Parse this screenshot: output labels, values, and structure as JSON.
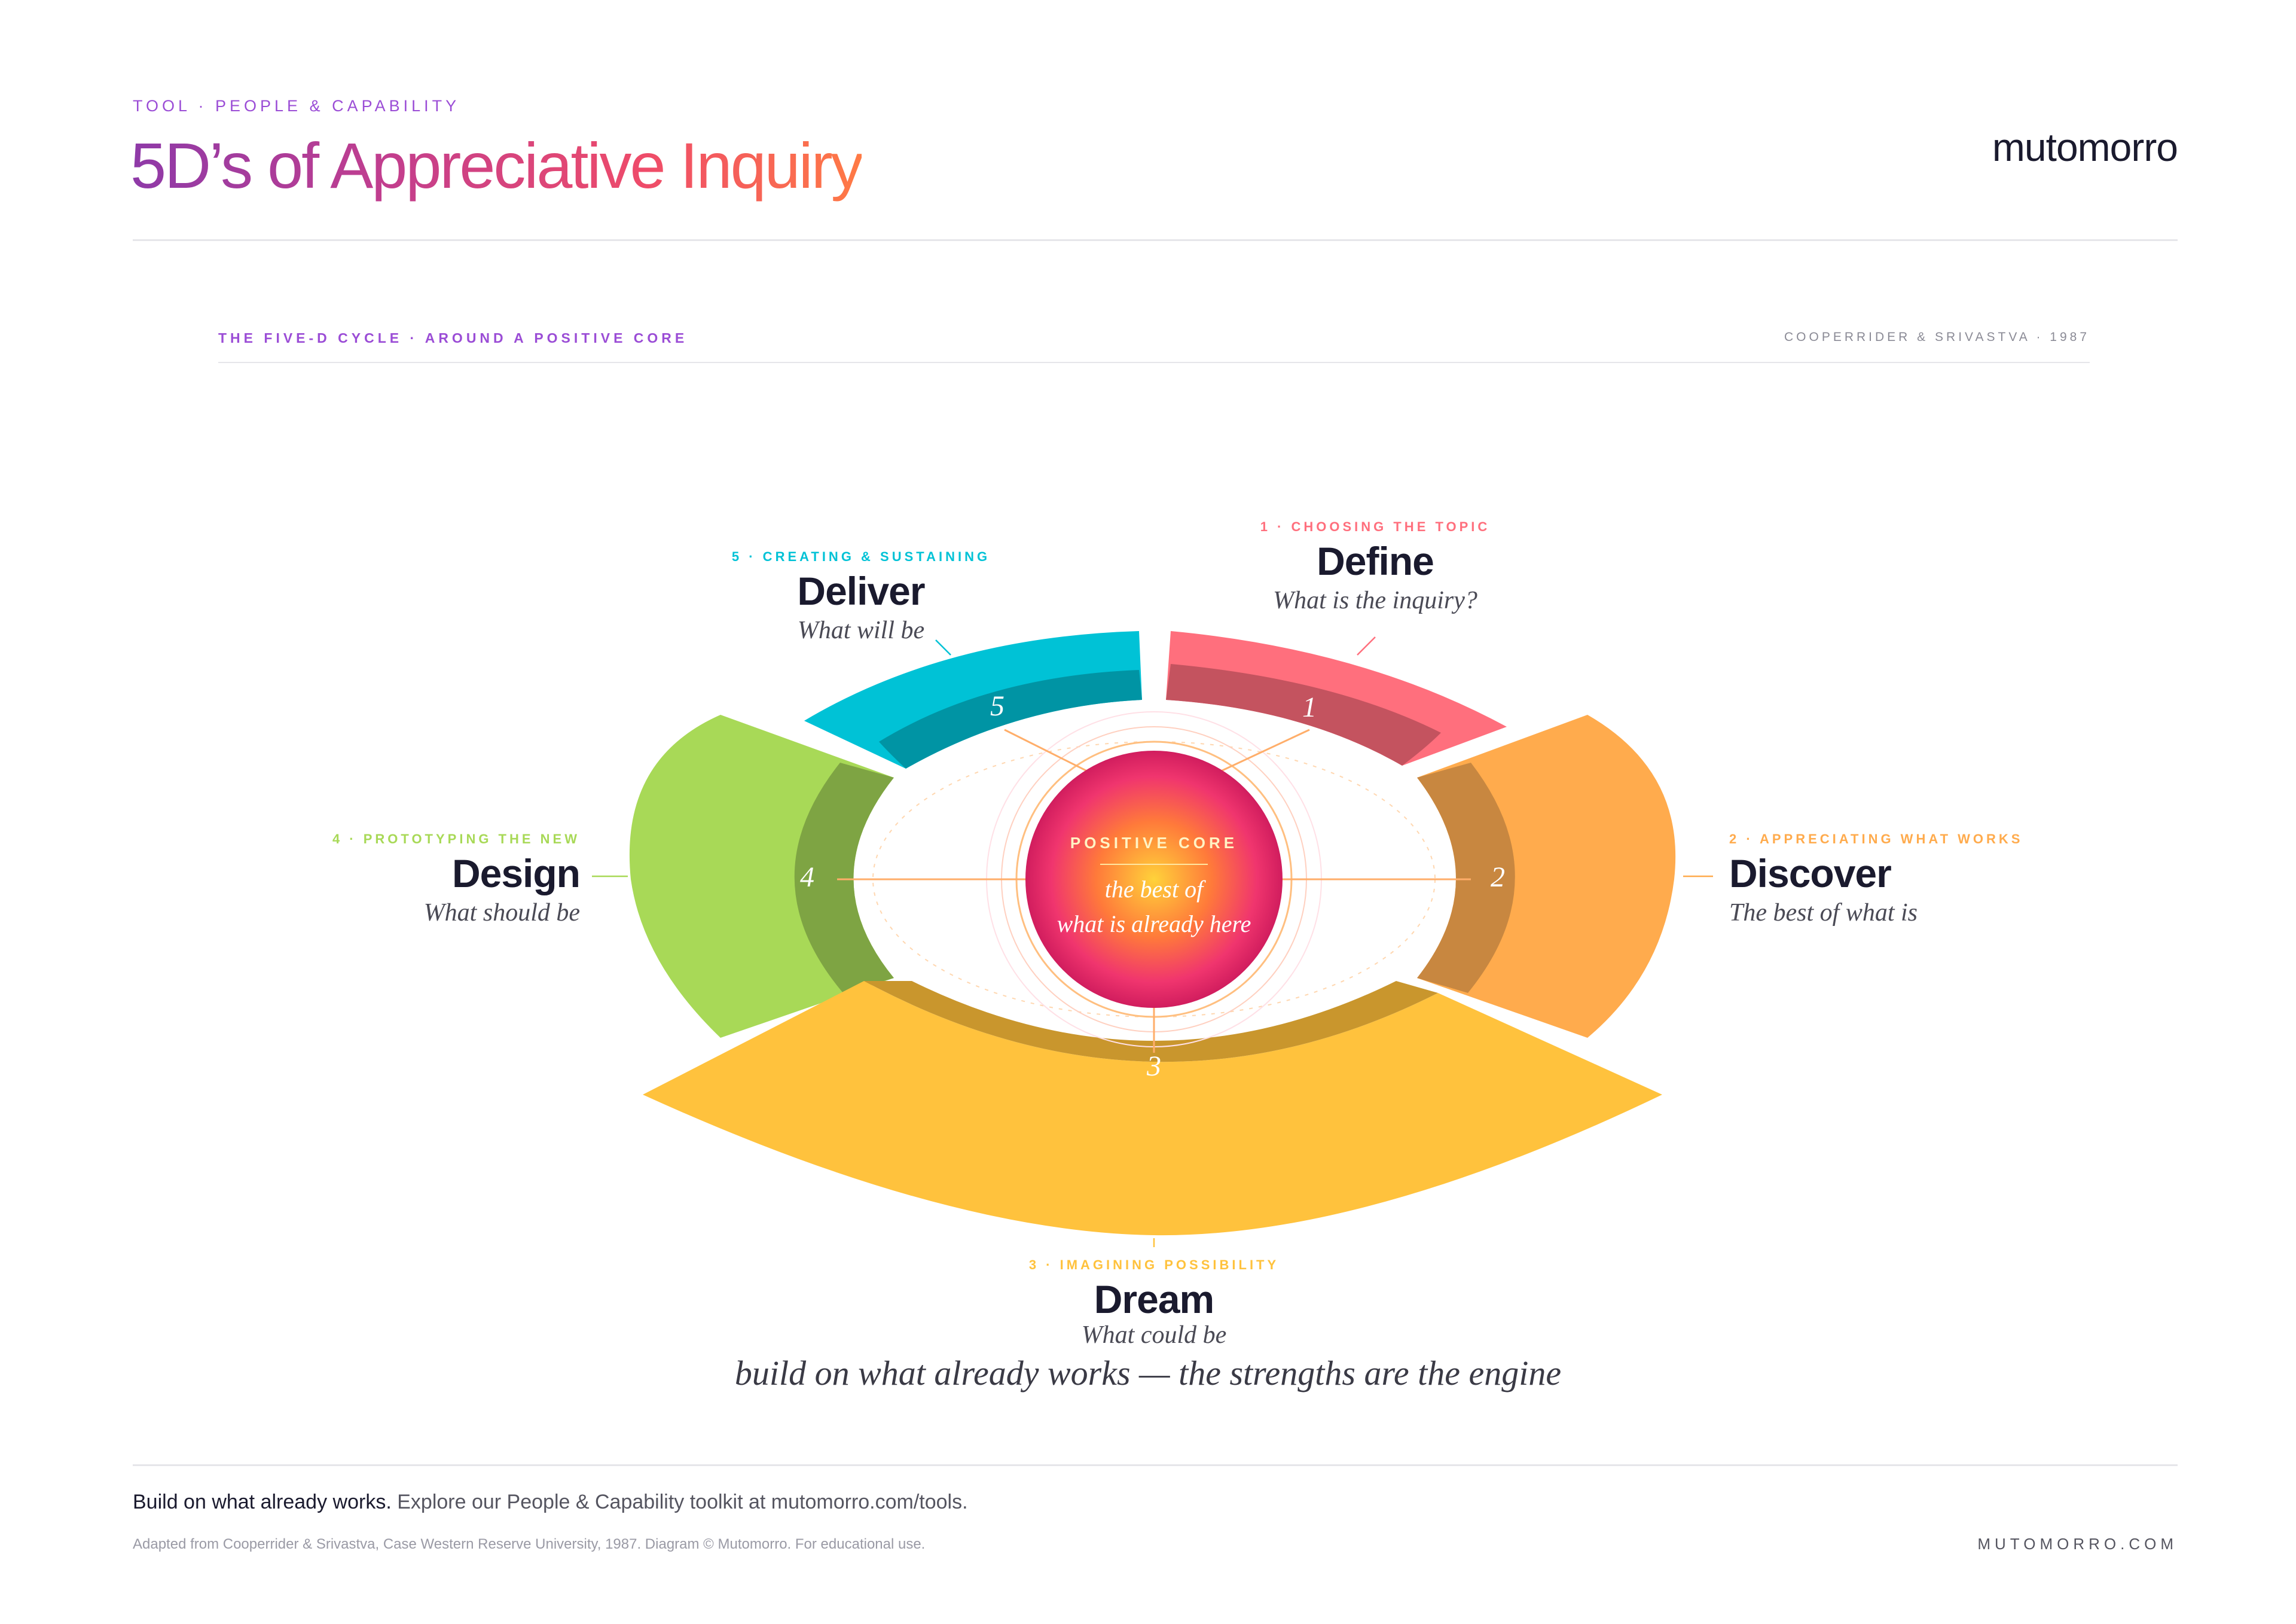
{
  "header": {
    "kicker": "TOOL · PEOPLE & CAPABILITY",
    "title": "5D’s of Appreciative Inquiry",
    "brand": "mutomorro"
  },
  "subheader": {
    "left": "THE FIVE-D CYCLE · AROUND A POSITIVE CORE",
    "right": "COOPERRIDER & SRIVASTVA · 1987"
  },
  "core": {
    "label": "POSITIVE CORE",
    "line1": "the best of",
    "line2": "what is already here"
  },
  "stages": [
    {
      "number": "1",
      "kicker": "1 · CHOOSING THE TOPIC",
      "name": "Define",
      "question": "What is the inquiry?",
      "color": "#ff6f7d",
      "inner": "#c4535f"
    },
    {
      "number": "2",
      "kicker": "2 · APPRECIATING WHAT WORKS",
      "name": "Discover",
      "question": "The best of what is",
      "color": "#ffab4d",
      "inner": "#c88740"
    },
    {
      "number": "3",
      "kicker": "3 · IMAGINING POSSIBILITY",
      "name": "Dream",
      "question": "What could be",
      "color": "#ffc23d",
      "inner": "#c9962d"
    },
    {
      "number": "4",
      "kicker": "4 · PROTOTYPING THE NEW",
      "name": "Design",
      "question": "What should be",
      "color": "#a8d957",
      "inner": "#7ea443"
    },
    {
      "number": "5",
      "kicker": "5 · CREATING & SUSTAINING",
      "name": "Deliver",
      "question": "What will be",
      "color": "#00c2d6",
      "inner": "#0094a4"
    }
  ],
  "tagline": "build on what already works — the strengths are the engine",
  "footer": {
    "lead": "Build on what already works.",
    "text": "Explore our People & Capability toolkit at mutomorro.com/tools.",
    "small": "Adapted from Cooperrider & Srivastva, Case Western Reserve University, 1987. Diagram © Mutomorro. For educational use.",
    "url": "MUTOMORRO.COM"
  }
}
